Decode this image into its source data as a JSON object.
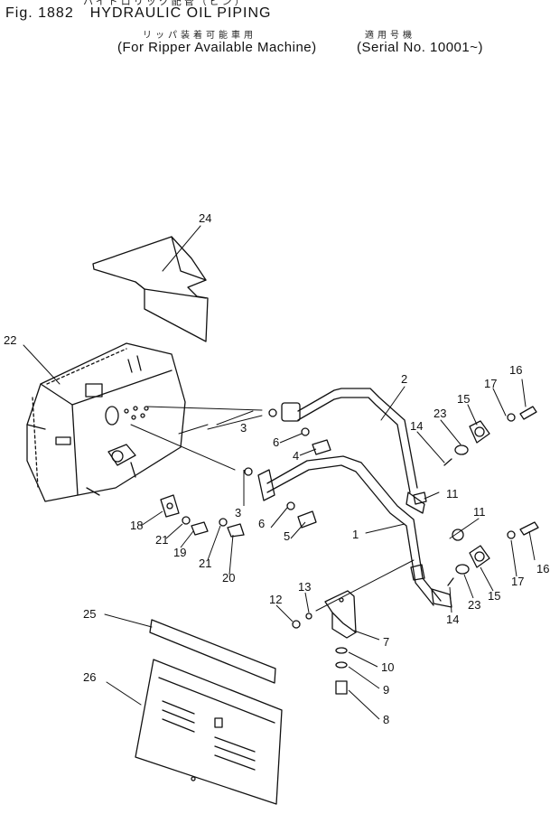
{
  "header": {
    "cut_japanese": "ハイドロリック配管（ピン）",
    "fig_number": "Fig. 1882",
    "title": "HYDRAULIC OIL PIPING",
    "japanese_usage": "リッパ装着可能車用",
    "japanese_serial": "適用号機",
    "usage": "(For Ripper Available Machine)",
    "serial": "Serial No. 10001~"
  },
  "callouts": {
    "c24": "24",
    "c22": "22",
    "c2": "2",
    "c16a": "16",
    "c17a": "17",
    "c15a": "15",
    "c23a": "23",
    "c14a": "14",
    "c3a": "3",
    "c6a": "6",
    "c4": "4",
    "c11a": "11",
    "c3b": "3",
    "c6b": "6",
    "c5": "5",
    "c1": "1",
    "c11b": "11",
    "c18": "18",
    "c21a": "21",
    "c19": "19",
    "c21b": "21",
    "c20": "20",
    "c16b": "16",
    "c17b": "17",
    "c15b": "15",
    "c23b": "23",
    "c14b": "14",
    "c13": "13",
    "c12": "12",
    "c7": "7",
    "c25": "25",
    "c10": "10",
    "c9": "9",
    "c26": "26",
    "c8": "8"
  }
}
